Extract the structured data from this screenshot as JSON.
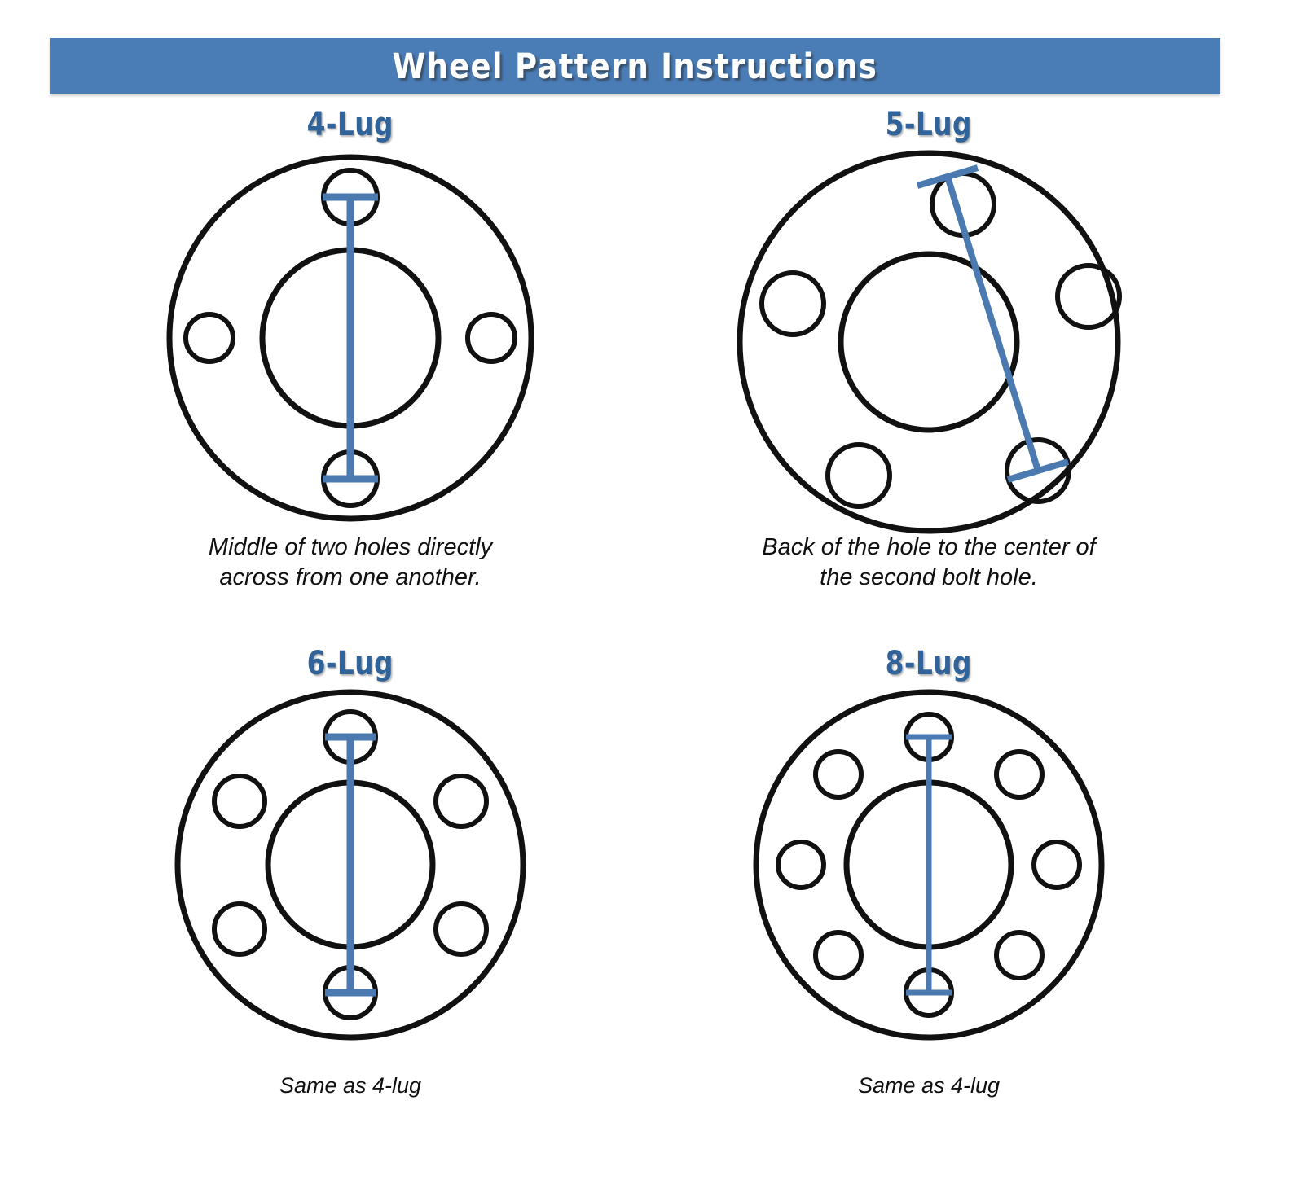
{
  "header": {
    "title": "Wheel Pattern Instructions",
    "background_color": "#4a7cb5",
    "text_color": "#ffffff"
  },
  "colors": {
    "accent_blue": "#4a7cb5",
    "title_blue": "#2f6399",
    "measure_line_blue": "#4a7ab0",
    "outline_black": "#111111",
    "page_background": "#ffffff"
  },
  "panels": [
    {
      "id": "four-lug",
      "title": "4-Lug",
      "lug_count": 4,
      "caption": "Middle of two holes directly\nacross from one another.",
      "measurement": {
        "type": "vertical",
        "from": "middle of top hole",
        "to": "middle of bottom hole",
        "cap_style": "T-bar both ends"
      },
      "hole_angles_deg": [
        90,
        0,
        270,
        180
      ]
    },
    {
      "id": "five-lug",
      "title": "5-Lug",
      "lug_count": 5,
      "caption": "Back of the hole to the center of\nthe second bolt hole.",
      "measurement": {
        "type": "diagonal",
        "from": "back (outer edge) of top-right hole",
        "to": "center of lower-right hole",
        "cap_style": "T-bar both ends"
      },
      "hole_angles_deg": [
        72,
        144,
        216,
        288,
        0
      ]
    },
    {
      "id": "six-lug",
      "title": "6-Lug",
      "lug_count": 6,
      "caption": "Same as 4-lug",
      "measurement": {
        "type": "vertical",
        "from": "middle of top hole",
        "to": "middle of bottom hole",
        "cap_style": "T-bar both ends"
      },
      "hole_angles_deg": [
        90,
        30,
        330,
        270,
        210,
        150
      ]
    },
    {
      "id": "eight-lug",
      "title": "8-Lug",
      "lug_count": 8,
      "caption": "Same as 4-lug",
      "measurement": {
        "type": "vertical",
        "from": "middle of top hole",
        "to": "middle of bottom hole",
        "cap_style": "T-bar both ends"
      },
      "hole_angles_deg": [
        90,
        45,
        0,
        315,
        270,
        225,
        180,
        135
      ]
    }
  ]
}
